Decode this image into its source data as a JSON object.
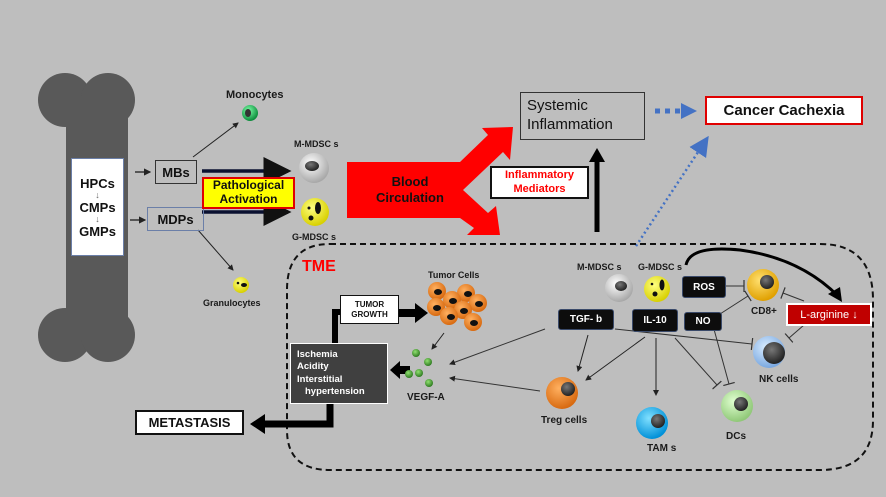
{
  "bone": {
    "stages": [
      "HPCs",
      "CMPs",
      "GMPs"
    ],
    "arrow_glyph": "↓"
  },
  "progenitors": {
    "mbs": "MBs",
    "mdps": "MDPs"
  },
  "cells_top": {
    "monocytes": "Monocytes",
    "granulocytes": "Granulocytes",
    "m_mdsc": "M-MDSC s",
    "g_mdsc": "G-MDSC s"
  },
  "pathological_activation": {
    "line1": "Pathological",
    "line2": "Activation"
  },
  "blood_circulation": {
    "line1": "Blood",
    "line2": "Circulation"
  },
  "inflammatory_mediators": {
    "line1": "Inflammatory",
    "line2": "Mediators"
  },
  "systemic_inflammation": {
    "line1": "Systemic",
    "line2": "Inflammation"
  },
  "cancer_cachexia": "Cancer Cachexia",
  "tme": {
    "title": "TME",
    "tumor_cells": "Tumor Cells",
    "tumor_growth": {
      "line1": "TUMOR",
      "line2": "GROWTH"
    },
    "conditions": [
      "Ischemia",
      "Acidity",
      "Interstitial",
      "hypertension"
    ],
    "vegf": "VEGF-A",
    "metastasis": "METASTASIS",
    "m_mdsc": "M-MDSC s",
    "g_mdsc": "G-MDSC s",
    "factors": {
      "ros": "ROS",
      "tgf": "TGF- b",
      "il10": "IL-10",
      "no": "NO"
    },
    "l_arginine": "L-arginine ↓",
    "cd8": "CD8+",
    "nk": "NK cells",
    "treg": "Treg cells",
    "tam": "TAM s",
    "dcs": "DCs"
  },
  "colors": {
    "background": "#bebebe",
    "bone": "#595959",
    "red": "#ff0000",
    "dark_red": "#c00000",
    "yellow": "#ffff00",
    "blue_dotted": "#4472c4",
    "factor_box": "#0d0d0d"
  }
}
